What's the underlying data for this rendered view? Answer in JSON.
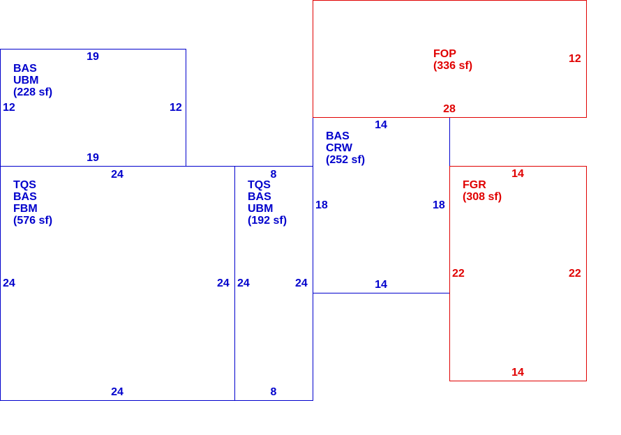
{
  "colors": {
    "living": "#0000cc",
    "garage_porch": "#e00000"
  },
  "areas": [
    {
      "id": "bas-ubm-1",
      "lines": [
        "BAS",
        "UBM",
        "(228 sf)"
      ],
      "dims": {
        "top": "19",
        "bottom": "19",
        "left": "12",
        "right": "12"
      }
    },
    {
      "id": "tqs-bas-fbm",
      "lines": [
        "TQS",
        "BAS",
        "FBM",
        "(576 sf)"
      ],
      "dims": {
        "top": "24",
        "bottom": "24",
        "left": "24",
        "right": "24"
      }
    },
    {
      "id": "tqs-bas-ubm",
      "lines": [
        "TQS",
        "BAS",
        "UBM",
        "(192 sf)"
      ],
      "dims": {
        "top": "8",
        "bottom": "8",
        "left": "24",
        "right": "24"
      }
    },
    {
      "id": "bas-crw",
      "lines": [
        "BAS",
        "CRW",
        "(252 sf)"
      ],
      "dims": {
        "top": "14",
        "bottom": "14",
        "left": "18",
        "right": "18"
      }
    },
    {
      "id": "fop",
      "lines": [
        "FOP",
        "(336 sf)"
      ],
      "dims": {
        "bottom": "28",
        "right": "12"
      }
    },
    {
      "id": "fgr",
      "lines": [
        "FGR",
        "(308 sf)"
      ],
      "dims": {
        "top": "14",
        "bottom": "14",
        "left": "22",
        "right": "22"
      }
    }
  ]
}
